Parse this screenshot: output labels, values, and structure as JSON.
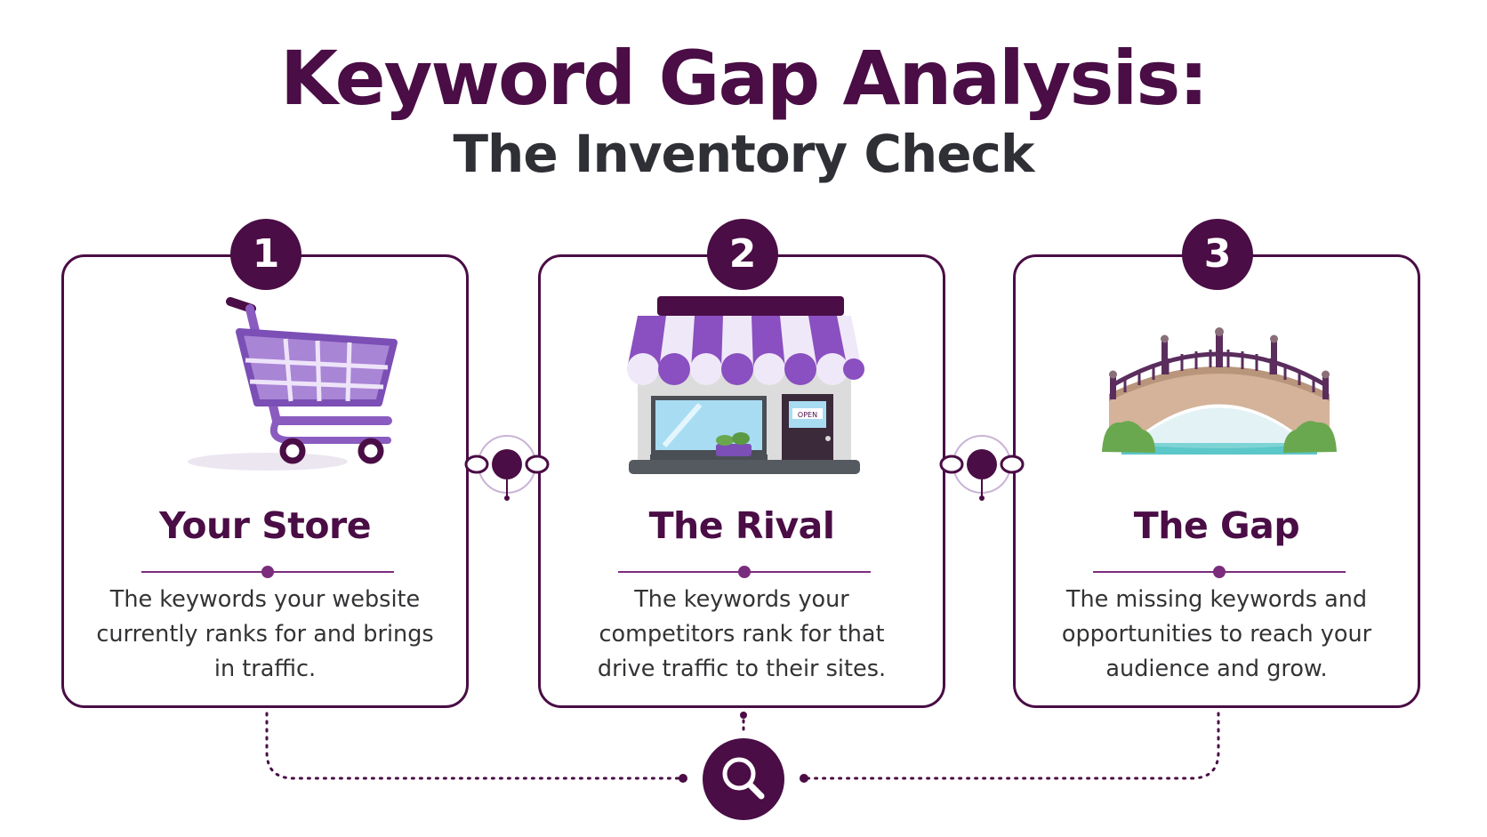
{
  "header": {
    "title": "Keyword Gap Analysis:",
    "subtitle": "The Inventory Check"
  },
  "steps": [
    {
      "number": "1",
      "title": "Your Store",
      "description": "The keywords your website currently ranks for and brings in traffic.",
      "icon": "shopping-cart-icon"
    },
    {
      "number": "2",
      "title": "The Rival",
      "description": "The keywords your competitors rank for that drive traffic to their sites.",
      "icon": "storefront-icon",
      "sign_text": "OPEN"
    },
    {
      "number": "3",
      "title": "The Gap",
      "description": "The missing keywords and opportunities to reach your audience and grow.",
      "icon": "bridge-icon"
    }
  ],
  "flow": {
    "center_icon": "magnifier-icon",
    "connector_icon": "link-node-icon"
  },
  "colors": {
    "primary": "#4a0d45",
    "accent": "#7b2d7d",
    "light_purple": "#a985d6",
    "text": "#333336"
  }
}
